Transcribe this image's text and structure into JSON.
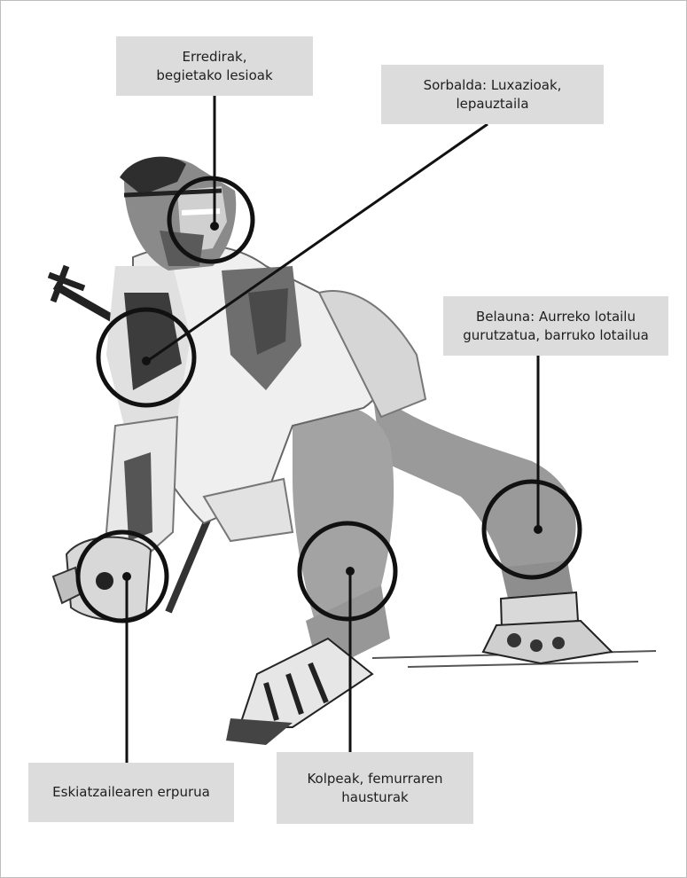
{
  "callouts": {
    "eyes": {
      "line1": "Erredirak,",
      "line2": "begietako lesioak"
    },
    "shoulder": {
      "line1": "Sorbalda: Luxazioak,",
      "line2": "lepauztaila"
    },
    "knee": {
      "line1": "Belauna: Aurreko lotailu",
      "line2": "gurutzatua, barruko lotailua"
    },
    "thumb": {
      "line1": "Eskiatzailearen erpurua"
    },
    "femur": {
      "line1": "Kolpeak, femurraren",
      "line2": "hausturak"
    }
  }
}
